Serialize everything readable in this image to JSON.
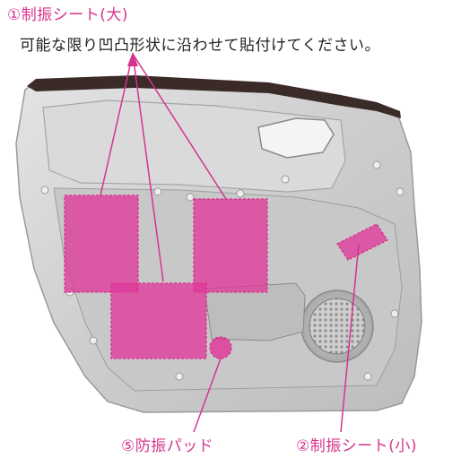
{
  "labels": {
    "large_sheet": "①制振シート(大)",
    "instruction": "可能な限り凹凸形状に沿わせて貼付けてください。",
    "pad": "⑤防振パッド",
    "small_sheet": "②制振シート(小)"
  },
  "colors": {
    "accent": "#d6338e",
    "sheet_fill": "#e0399a",
    "panel": "#cfcfcf",
    "trim": "#3a2a28"
  }
}
